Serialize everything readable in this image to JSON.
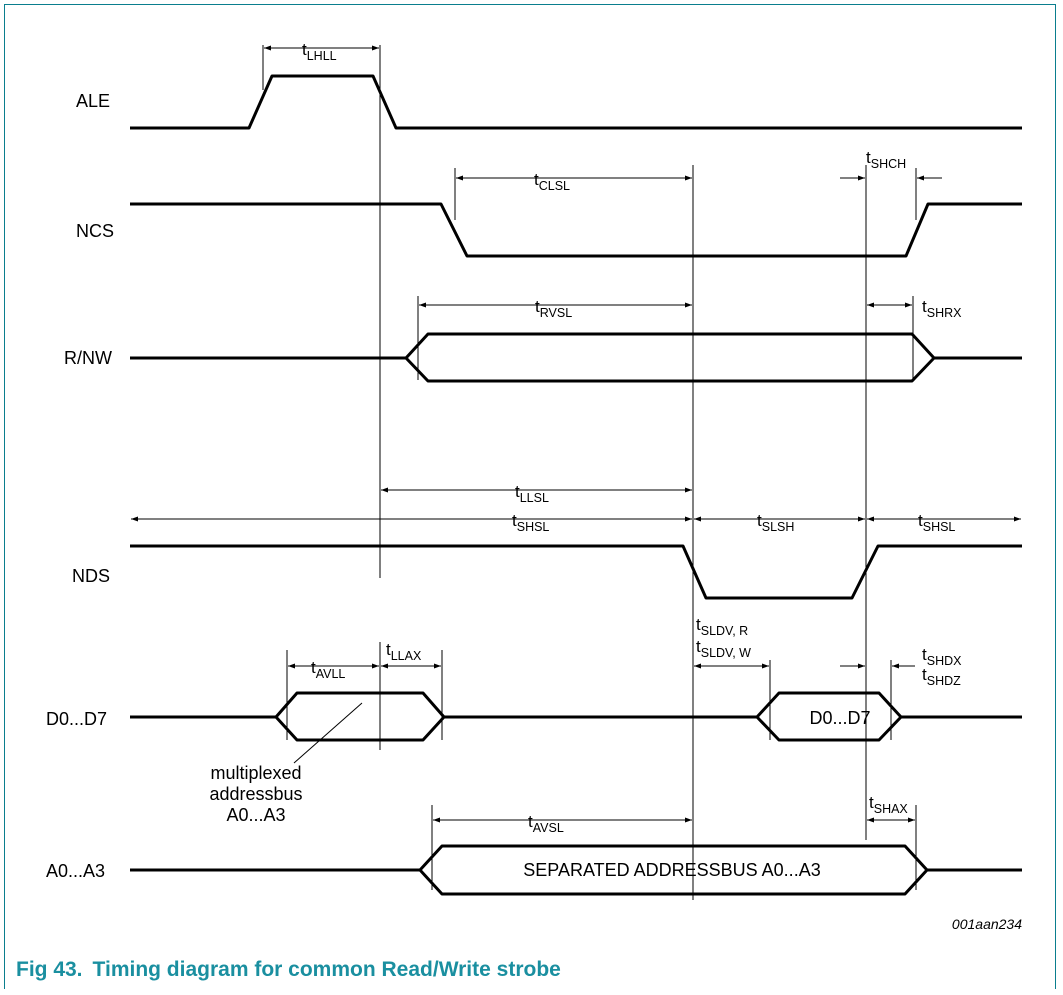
{
  "signals": {
    "ale": "ALE",
    "ncs": "NCS",
    "rnw": "R/NW",
    "nds": "NDS",
    "data": "D0...D7",
    "addr": "A0...A3"
  },
  "timings": {
    "lhll": {
      "t": "t",
      "sub": "LHLL"
    },
    "clsl": {
      "t": "t",
      "sub": "CLSL"
    },
    "shch": {
      "t": "t",
      "sub": "SHCH"
    },
    "rvsl": {
      "t": "t",
      "sub": "RVSL"
    },
    "shrx": {
      "t": "t",
      "sub": "SHRX"
    },
    "llsl": {
      "t": "t",
      "sub": "LLSL"
    },
    "shsl_left": {
      "t": "t",
      "sub": "SHSL"
    },
    "slsh": {
      "t": "t",
      "sub": "SLSH"
    },
    "shsl_right": {
      "t": "t",
      "sub": "SHSL"
    },
    "sldv_r": {
      "t": "t",
      "sub": "SLDV, R"
    },
    "sldv_w": {
      "t": "t",
      "sub": "SLDV, W"
    },
    "avll": {
      "t": "t",
      "sub": "AVLL"
    },
    "llax": {
      "t": "t",
      "sub": "LLAX"
    },
    "shdx": {
      "t": "t",
      "sub": "SHDX"
    },
    "shdz": {
      "t": "t",
      "sub": "SHDZ"
    },
    "avsl": {
      "t": "t",
      "sub": "AVSL"
    },
    "shax": {
      "t": "t",
      "sub": "SHAX"
    }
  },
  "annotations": {
    "mux_line1": "multiplexed",
    "mux_line2": "addressbus",
    "mux_line3": "A0...A3",
    "data_bus": "D0...D7",
    "sep_bus": "SEPARATED ADDRESSBUS  A0...A3",
    "figure_id": "001aan234"
  },
  "caption": {
    "number": "Fig 43.",
    "title": "Timing diagram for common Read/Write strobe"
  }
}
